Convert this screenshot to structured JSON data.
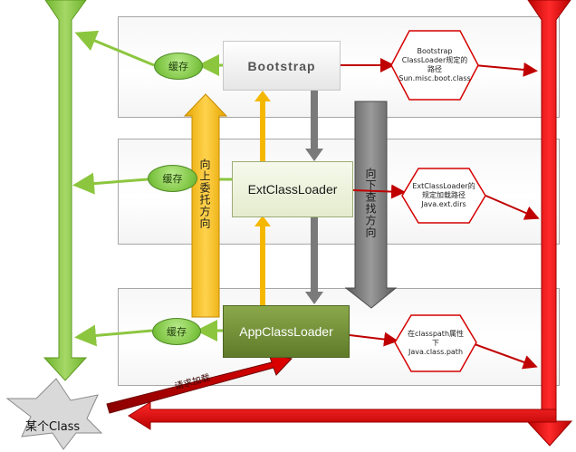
{
  "nodes": {
    "bootstrap": "Bootstrap",
    "ext": "ExtClassLoader",
    "app": "AppClassLoader",
    "some_class": "某个Class"
  },
  "cache_label": "缓存",
  "paths": {
    "bootstrap": "Bootstrap ClassLoader规定的路径 Sun.misc.boot.class",
    "ext": "ExtClassLoader的规定加载路径 Java.ext.dirs",
    "app": "在classpath属性下 Java.class.path"
  },
  "arrows": {
    "delegate_up": "向上委托方向",
    "search_down": "向下查找方向",
    "load_class": "请求加载"
  },
  "colors": {
    "green": "#8cc63f",
    "red": "#d40000",
    "orange": "#f5b800",
    "gray": "#6d6d6d",
    "app_box": "#76923c"
  }
}
